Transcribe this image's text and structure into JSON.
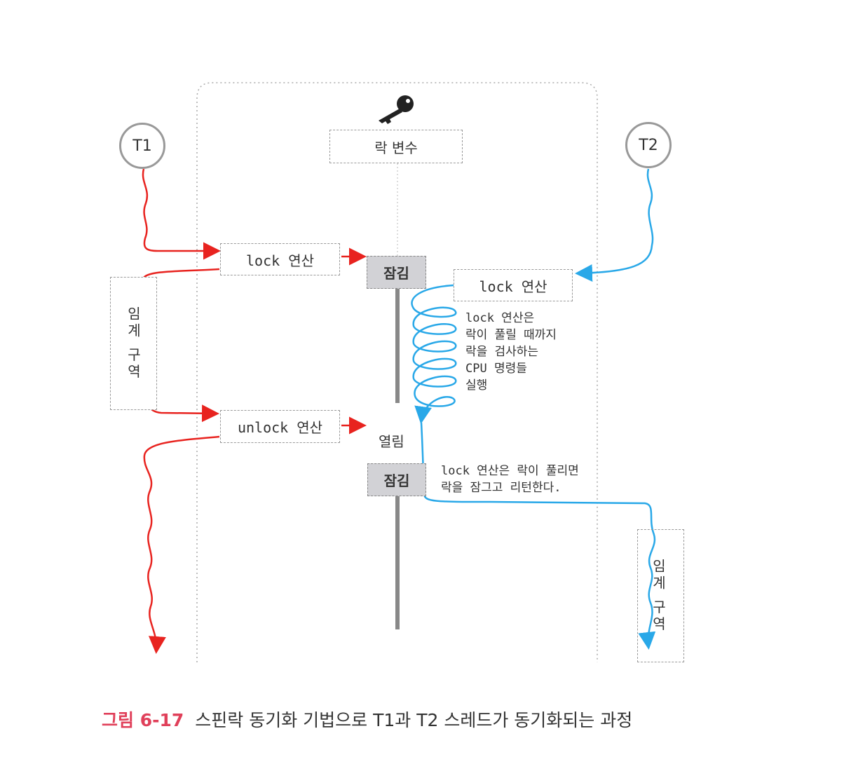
{
  "threads": {
    "t1": "T1",
    "t2": "T2"
  },
  "lock_variable": {
    "label": "락 변수",
    "icon": "key-icon"
  },
  "t1_ops": {
    "lock": "lock 연산",
    "unlock": "unlock 연산",
    "critical_section": "임계 구역"
  },
  "t2_ops": {
    "lock": "lock 연산",
    "critical_section": "임계 구역"
  },
  "states": {
    "locked_1": "잠김",
    "unlocked": "열림",
    "locked_2": "잠김"
  },
  "notes": {
    "spin": [
      "lock 연산은",
      "락이 풀릴 때까지",
      "락을 검사하는",
      "CPU 명령들",
      "실행"
    ],
    "acquire": [
      "lock 연산은 락이 풀리면",
      "락을 잠그고 리턴한다."
    ]
  },
  "caption": {
    "number": "그림 6-17",
    "text": "스핀락 동기화 기법으로 T1과 T2 스레드가 동기화되는 과정"
  },
  "colors": {
    "t1": "#e8231f",
    "t2": "#29a8e8",
    "caption_accent": "#e0405a"
  }
}
